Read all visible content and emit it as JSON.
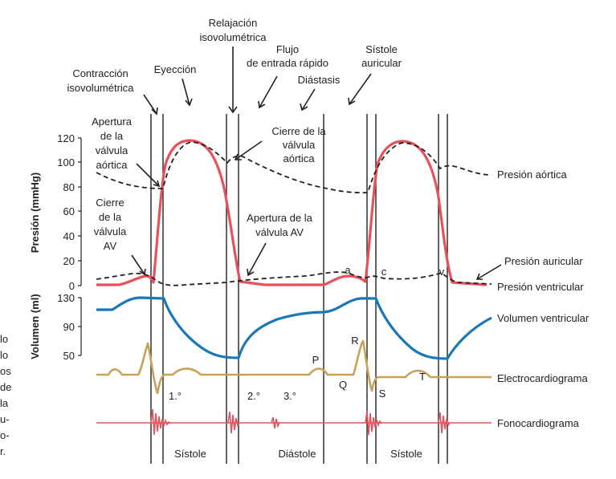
{
  "title_labels": {
    "relajacion": [
      "Relajación",
      "isovolumétrica"
    ],
    "flujo": [
      "Flujo",
      "de entrada rápido"
    ],
    "sistole_auricular": [
      "Sístole",
      "auricular"
    ],
    "contraccion": [
      "Contracción",
      "isovolumétrica"
    ],
    "eyeccion": "Eyección",
    "diastasis": "Diástasis"
  },
  "valve_labels": {
    "apertura_aortica": [
      "Apertura",
      "de la",
      "válvula",
      "aórtica"
    ],
    "cierre_av": [
      "Cierre",
      "de la",
      "válvula",
      "AV"
    ],
    "cierre_aortica": [
      "Cierre de la",
      "válvula",
      "aórtica"
    ],
    "apertura_av": [
      "Apertura de la",
      "válvula AV"
    ]
  },
  "wave_letters": {
    "a": "a",
    "c": "c",
    "v": "v",
    "P": "P",
    "Q": "Q",
    "R": "R",
    "S": "S",
    "T": "T"
  },
  "heart_sounds": {
    "first": "1.°",
    "second": "2.°",
    "third": "3.°"
  },
  "phases": {
    "sistole1": "Sístole",
    "diastole": "Diástole",
    "sistole2": "Sístole"
  },
  "axes": {
    "pressure_label": "Presión (mmHg)",
    "pressure_ticks": [
      "120",
      "100",
      "80",
      "60",
      "40",
      "20",
      "0"
    ],
    "volume_label": "Volumen (ml)",
    "volume_ticks": [
      "130",
      "90",
      "50"
    ]
  },
  "legend": {
    "aortic": "Presión aórtica",
    "atrial": "Presión auricular",
    "ventricular": "Presión ventricular",
    "volume": "Volumen ventricular",
    "ecg": "Electrocardiograma",
    "phono": "Fonocardiograma"
  },
  "side_text": [
    "lo",
    "lo",
    "os",
    "de",
    "la",
    "u-",
    "o-",
    "r."
  ],
  "colors": {
    "ventricular_pressure": "#e8505b",
    "volume": "#1a78b8",
    "ecg": "#c9a25a",
    "phono": "#e05560",
    "dashed": "#222222"
  }
}
